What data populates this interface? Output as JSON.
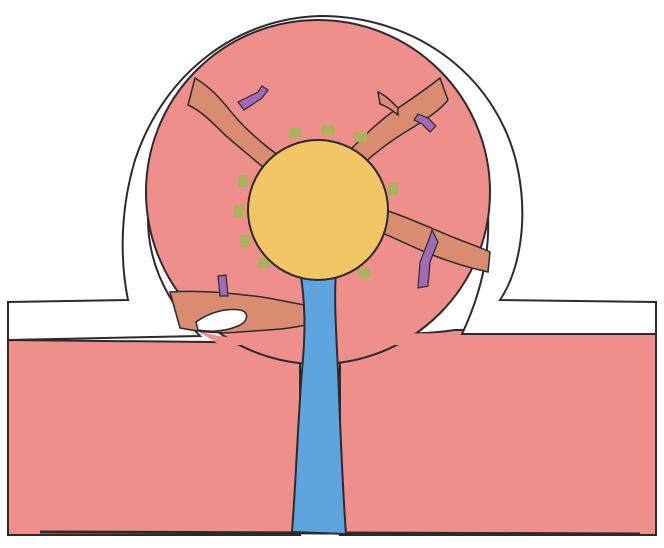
{
  "colors": {
    "background": "#ffffff",
    "tissue": "#ef8f8c",
    "tissue_dark": "#e9837f",
    "outline": "#2b2b2b",
    "surface_layer": "#ffffff",
    "branch": "#d98c6f",
    "nucleus": "#f2c665",
    "granule": "#a8b35a",
    "duct": "#5ea4de",
    "stub": "#a06ab4",
    "vesicle": "#ffffff"
  },
  "icons": {
    "central_body": "yellow-circle",
    "granules": "green-squares",
    "duct": "blue-channel",
    "stubs": "purple-tubes"
  }
}
